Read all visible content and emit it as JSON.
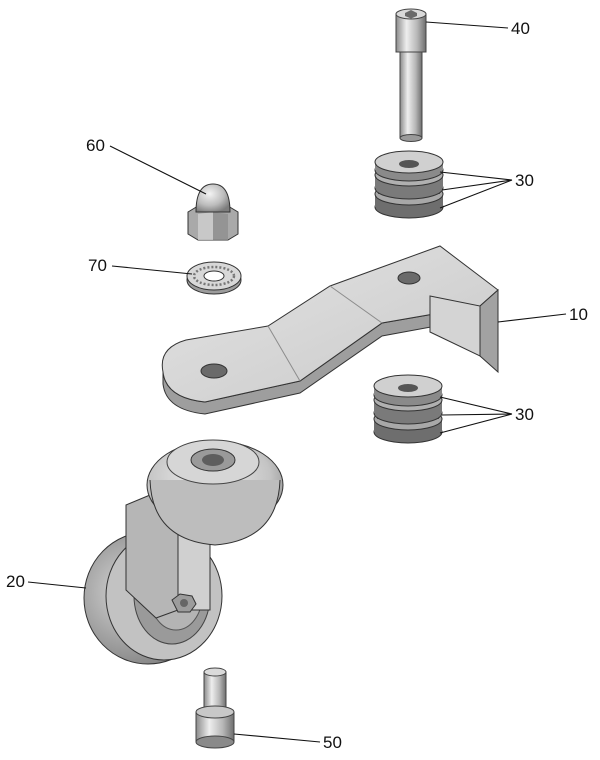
{
  "callouts": {
    "bolt_top": "40",
    "rubber_buffers_upper": "30",
    "cap_nut": "60",
    "lock_washer": "70",
    "bracket": "10",
    "rubber_buffers_lower": "30",
    "caster_wheel": "20",
    "bolt_bottom": "50"
  },
  "colors": {
    "part_light": "#e8e8e8",
    "part_mid": "#bdbdbd",
    "part_dark": "#7a7a7a",
    "outline": "#3a3a3a"
  }
}
